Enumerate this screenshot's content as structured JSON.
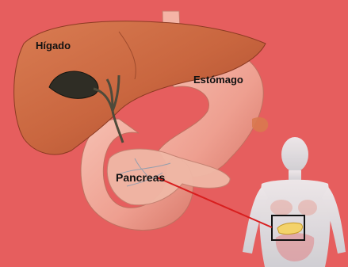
{
  "labels": {
    "liver": "Hígado",
    "stomach": "Estómago",
    "pancreas": "Pancreas"
  },
  "colors": {
    "background": "#e65e5e",
    "liver": "#c9663f",
    "stomach": "#f0a89a",
    "pancreas": "#f3d26a",
    "gallbladder": "#2f2d25",
    "pointer_line": "#d81e1e"
  }
}
